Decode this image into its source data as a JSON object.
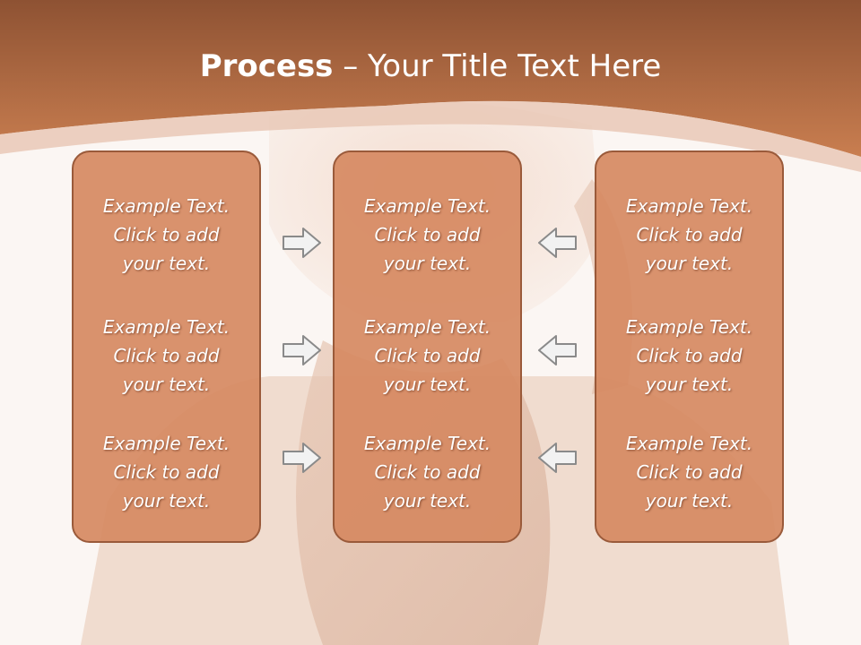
{
  "title": {
    "bold": "Process",
    "rest": " – Your Title Text Here"
  },
  "columns": [
    {
      "items": [
        [
          "Example Text.",
          "Click  to add",
          "your text."
        ],
        [
          "Example Text.",
          "Click  to add",
          "your text."
        ],
        [
          "Example Text.",
          "Click  to add",
          "your text."
        ]
      ]
    },
    {
      "items": [
        [
          "Example Text.",
          "Click  to add",
          "your text."
        ],
        [
          "Example Text.",
          "Click  to add",
          "your text."
        ],
        [
          "Example Text.",
          "Click  to add",
          "your text."
        ]
      ]
    },
    {
      "items": [
        [
          "Example Text.",
          "Click  to add",
          "your text."
        ],
        [
          "Example Text.",
          "Click  to add",
          "your text."
        ],
        [
          "Example Text.",
          "Click  to add",
          "your text."
        ]
      ]
    }
  ],
  "arrows": {
    "left_group": "right-arrow-icon",
    "right_group": "left-arrow-icon"
  },
  "colors": {
    "header": "#c47a4c",
    "box_fill": "#d68a62",
    "box_border": "#9a5a3a",
    "arrow_fill": "#f2f2f2",
    "arrow_stroke": "#8a8a8a"
  }
}
